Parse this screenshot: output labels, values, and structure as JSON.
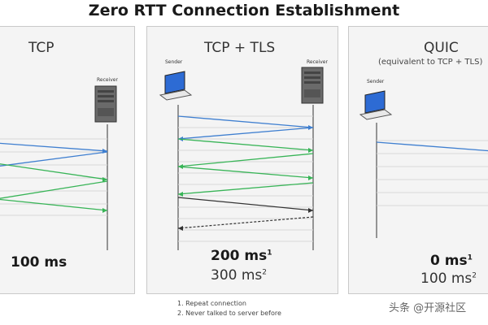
{
  "title": "Zero RTT Connection Establishment",
  "panels": {
    "tcp": {
      "title": "TCP",
      "receiver": "Receiver",
      "time": "100 ms"
    },
    "tls": {
      "title": "TCP + TLS",
      "sender": "Sender",
      "receiver": "Receiver",
      "time1": "200 ms",
      "time1_sup": "1",
      "time2": "300 ms",
      "time2_sup": "2"
    },
    "quic": {
      "title": "QUIC",
      "subtitle": "(equivalent to TCP + TLS)",
      "sender": "Sender",
      "time1": "0 ms",
      "time1_sup": "1",
      "time2": "100 ms",
      "time2_sup": "2"
    }
  },
  "footnotes": {
    "n1": "1. Repeat connection",
    "n2": "2. Never talked to server before"
  },
  "watermark": "头条 @开源社区",
  "colors": {
    "blue": "#3f7fd0",
    "green": "#38b457",
    "line": "#d8d8d8",
    "dark": "#333333"
  },
  "icons": [
    "laptop-icon",
    "server-icon"
  ]
}
